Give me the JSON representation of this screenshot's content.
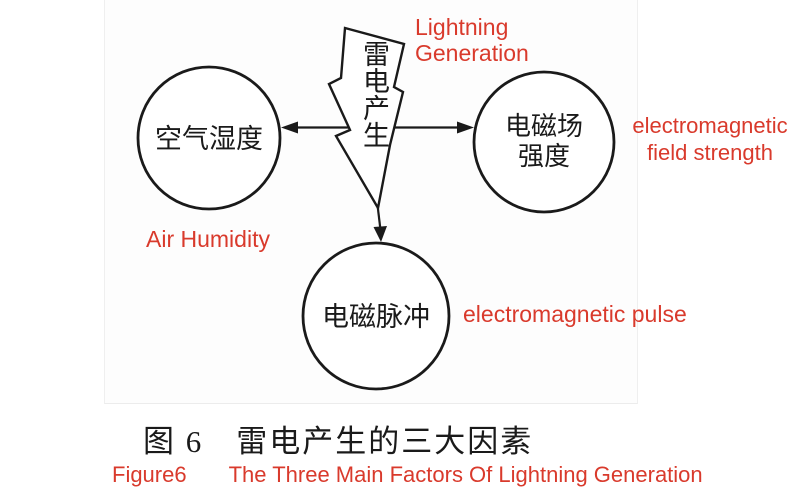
{
  "diagram": {
    "center_node": {
      "label": "雷电产生",
      "annotation": "Lightning\nGeneration"
    },
    "nodes": [
      {
        "id": "air-humidity",
        "label": "空气湿度",
        "annotation": "Air Humidity"
      },
      {
        "id": "em-field",
        "label": "电磁场\n强度",
        "annotation": "electromagnetic\nfield strength"
      },
      {
        "id": "em-pulse",
        "label": "电磁脉冲",
        "annotation": "electromagnetic pulse"
      }
    ],
    "colors": {
      "annotation_red": "#d93a2c",
      "stroke_black": "#1a1a1a",
      "background": "#ffffff"
    }
  },
  "caption": {
    "zh": "图 6　雷电产生的三大因素",
    "figure_label": "Figure6",
    "en": "The Three Main Factors Of Lightning Generation"
  }
}
